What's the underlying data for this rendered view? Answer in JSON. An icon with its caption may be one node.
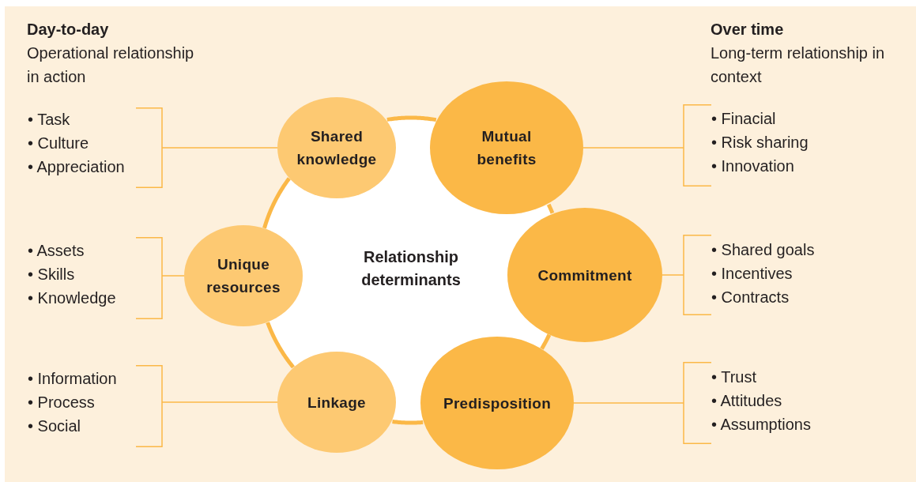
{
  "diagram": {
    "nodes": [
      {
        "text": [
          "• Task",
          "• Culture",
          "• Appreciation"
        ]
      },
      {
        "text": [
          "Shared knowledge"
        ]
      },
      {
        "text": [
          "Mutual benefits"
        ]
      },
      {
        "text": [
          "• Finacial",
          "• Risk sharing",
          "• Innovation"
        ]
      },
      {
        "text": [
          "• Assets",
          "• Skills",
          "• Knowledge"
        ]
      },
      {
        "text": [
          "Unique resources"
        ]
      },
      {
        "text": [
          "Relationship determinants"
        ]
      },
      {
        "text": [
          "Commitment"
        ]
      },
      {
        "text": [
          "• Shared goals",
          "• Incentives",
          "• Contracts"
        ]
      },
      {
        "text": [
          "• Information",
          "• Process",
          "• Social"
        ]
      },
      {
        "text": [
          "Linkage"
        ]
      },
      {
        "text": [
          "Predisposition"
        ]
      },
      {
        "text": [
          "• Trust",
          "• Attitudes",
          "• Assumptions"
        ]
      }
    ],
    "edges": [
      {
        "from": 0,
        "to": 1,
        "arrow": "none"
      },
      {
        "from": 3,
        "to": 2,
        "arrow": "none"
      },
      {
        "from": 4,
        "to": 5,
        "arrow": "none"
      },
      {
        "from": 8,
        "to": 7,
        "arrow": "none"
      },
      {
        "from": 9,
        "to": 10,
        "arrow": "none"
      },
      {
        "from": 12,
        "to": 11,
        "arrow": "none"
      }
    ],
    "labels": [
      "Day-to-day",
      "Operational relationship in action",
      "Over time",
      "Long-term relationship in context"
    ]
  }
}
